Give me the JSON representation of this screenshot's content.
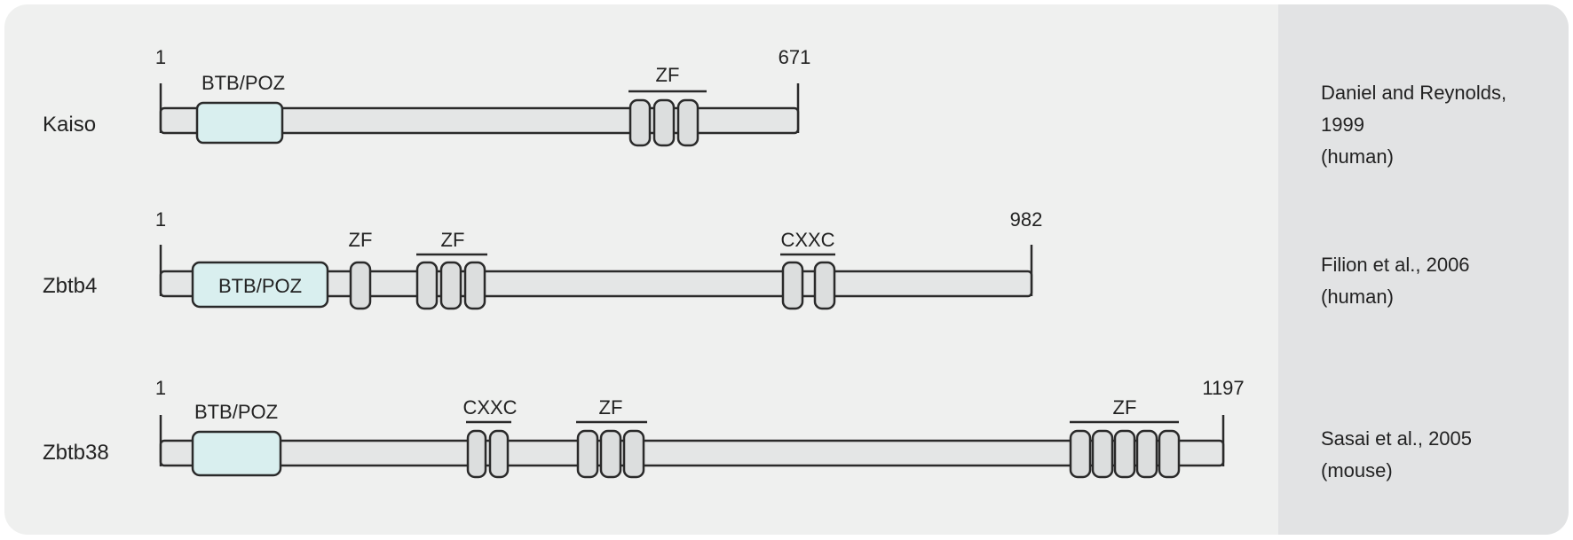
{
  "colors": {
    "panel_bg": "#eff0ef",
    "side_bg": "#e2e3e4",
    "bar_fill": "#e4e6e6",
    "bar_stroke": "#2a2a2a",
    "btb_fill": "#d9efef",
    "zf_fill": "#dcdede"
  },
  "proteins": [
    {
      "name": "Kaiso",
      "start_label": "1",
      "end_label": "671",
      "length": 671,
      "citation": [
        "Daniel and Reynolds,",
        "1999",
        "(human)"
      ],
      "btb": {
        "start": 45,
        "end": 149,
        "label": "BTB/POZ",
        "label_inside": false
      },
      "zf_groups": [
        {
          "label": "ZF",
          "count": 3
        }
      ]
    },
    {
      "name": "Zbtb4",
      "start_label": "1",
      "end_label": "982",
      "length": 982,
      "citation": [
        "Filion et al., 2006",
        "(human)"
      ],
      "btb": {
        "start": 35,
        "end": 190,
        "label": "BTB/POZ",
        "label_inside": true
      },
      "zf_groups": [
        {
          "label": "ZF",
          "count": 1
        },
        {
          "label": "ZF",
          "count": 3
        },
        {
          "label": "CXXC",
          "count": 2
        }
      ]
    },
    {
      "name": "Zbtb38",
      "start_label": "1",
      "end_label": "1197",
      "length": 1197,
      "citation": [
        "Sasai et al., 2005",
        "(mouse)"
      ],
      "btb": {
        "start": 35,
        "end": 130,
        "label": "BTB/POZ",
        "label_inside": false
      },
      "zf_groups": [
        {
          "label": "CXXC",
          "count": 2
        },
        {
          "label": "ZF",
          "count": 3
        },
        {
          "label": "ZF",
          "count": 5
        }
      ]
    }
  ]
}
